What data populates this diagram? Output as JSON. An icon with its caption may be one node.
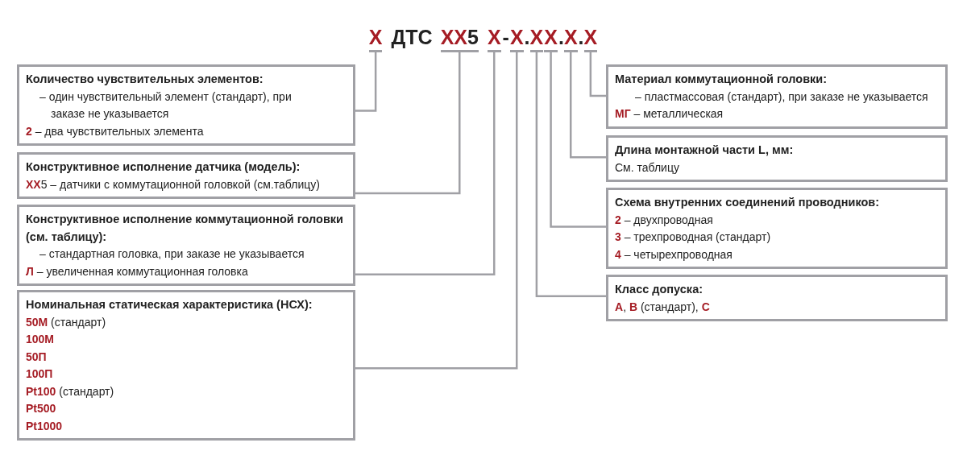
{
  "diagram": {
    "nodes": [
      {
        "text": [
          "Х"
        ]
      },
      {
        "text": [
          "ХХ",
          "5"
        ]
      },
      {
        "text": [
          "Х"
        ]
      },
      {
        "text": [
          "Х"
        ]
      },
      {
        "text": [
          "Х"
        ]
      },
      {
        "text": [
          "Х"
        ]
      },
      {
        "text": [
          "Х"
        ]
      },
      {
        "text": [
          "Х"
        ]
      },
      {
        "text": [
          "Количество чувствительных элементов:",
          "– один чувствительный элемент (стандарт), при заказе не указывается",
          "**2** – два чувствительных элемента"
        ]
      },
      {
        "text": [
          "Конструктивное исполнение датчика (модель):",
          "**ХХ**5 – датчики с коммутационной головкой (см.таблицу)"
        ]
      },
      {
        "text": [
          "Конструктивное исполнение коммутационной головки (см. таблицу):",
          "– стандартная головка, при заказе не указывается",
          "**Л** – увеличенная коммутационная головка"
        ]
      },
      {
        "text": [
          "Номинальная статическая характеристика (НСХ):",
          "**50М** (стандарт)",
          "100М",
          "50П",
          "100П",
          "**Pt100** (стандарт)",
          "Pt500",
          "Pt1000"
        ]
      },
      {
        "text": [
          "Материал коммутационной головки:",
          "– пластмассовая (стандарт), при заказе не указывается",
          "**МГ** – металлическая"
        ]
      },
      {
        "text": [
          "Длина монтажной части L, мм:",
          "См. таблицу"
        ]
      },
      {
        "text": [
          "Схема внутренних соединений проводников:",
          "**2** – двухпроводная",
          "**3** – трехпроводная (стандарт)",
          "**4** – четырехпроводная"
        ]
      },
      {
        "text": [
          "Класс допуска:",
          "**А**, **В** (стандарт), **С**"
        ]
      }
    ],
    "edges": [
      {
        "from": 0,
        "to": 8,
        "arrow": "none"
      },
      {
        "from": 1,
        "to": 9,
        "arrow": "none"
      },
      {
        "from": 2,
        "to": 10,
        "arrow": "none"
      },
      {
        "from": 3,
        "to": 11,
        "arrow": "none"
      },
      {
        "from": 4,
        "to": 15,
        "arrow": "none"
      },
      {
        "from": 5,
        "to": 14,
        "arrow": "none"
      },
      {
        "from": 6,
        "to": 13,
        "arrow": "none"
      },
      {
        "from": 7,
        "to": 12,
        "arrow": "none"
      }
    ],
    "labels": [
      "ДТС",
      "-",
      ".",
      ".",
      "."
    ]
  }
}
